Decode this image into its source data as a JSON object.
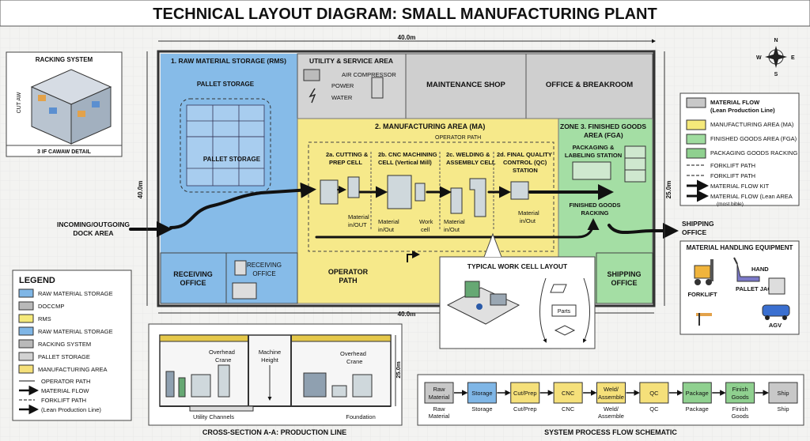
{
  "title": "TECHNICAL LAYOUT DIAGRAM: SMALL MANUFACTURING PLANT",
  "dimensions": {
    "width_top": "40.0m",
    "width_bottom": "40.0m",
    "height_left": "40.0m",
    "height_right": "25.0m",
    "section_height": "25.0m"
  },
  "compass": {
    "n": "N",
    "s": "S",
    "e": "E",
    "w": "W"
  },
  "racking": {
    "title": "RACKING SYSTEM",
    "caption": "3 IF CAWAW DETAIL",
    "side_label": "CUT AW"
  },
  "rms": {
    "title": "1. RAW MATERIAL STORAGE (RMS)",
    "pallet1": "PALLET STORAGE",
    "pallet2": "PALLET STORAGE"
  },
  "receiving": {
    "office1_l1": "RECEIVING",
    "office1_l2": "OFFICE",
    "office2_l1": "RECEIVING",
    "office2_l2": "OFFICE"
  },
  "utility": {
    "title": "UTILITY & SERVICE AREA",
    "air": "AIR COMPRESSOR",
    "power": "POWER",
    "water": "WATER"
  },
  "maintenance": "MAINTENANCE SHOP",
  "office": "OFFICE & BREAKROOM",
  "ma": {
    "title": "2. MANUFACTURING AREA (MA)",
    "operator_path": "OPERATOR PATH",
    "op_path_l1": "OPERATOR",
    "op_path_l2": "PATH"
  },
  "cells": [
    {
      "l1": "2a. CUTTING &",
      "l2": "PREP CELL"
    },
    {
      "l1": "2b. CNC MACHINING",
      "l2": "CELL (Vertical Mill)"
    },
    {
      "l1": "2c. WELDING &",
      "l2": "ASSEMBLY CELL"
    },
    {
      "l1": "2d. FINAL QUALITY",
      "l2": "CONTROL (QC)",
      "l3": "STATION"
    }
  ],
  "material_labels": [
    {
      "l1": "Material",
      "l2": "in/OUT"
    },
    {
      "l1": "Material",
      "l2": "in/Out"
    },
    {
      "l1": "Work",
      "l2": "cell"
    },
    {
      "l1": "Material",
      "l2": "in/Out"
    },
    {
      "l1": "Material",
      "l2": "in/Out"
    }
  ],
  "fga": {
    "title_l1": "ZONE 3. FINISHED GOODS",
    "title_l2": "AREA (FGA)",
    "pack_l1": "PACKAGING &",
    "pack_l2": "LABELING STATION",
    "fg_l1": "FINISHED GOODS",
    "fg_l2": "RACKING",
    "ship_l1": "SHIPPING",
    "ship_l2": "OFFICE"
  },
  "dock": {
    "l1": "INCOMING/OUTGOING",
    "l2": "DOCK AREA"
  },
  "shipping_out": {
    "l1": "SHIPPING",
    "l2": "OFFICE"
  },
  "workcell": {
    "title": "TYPICAL WORK CELL LAYOUT",
    "parts": "Parts"
  },
  "legend_left": {
    "title": "LEGEND",
    "items": [
      {
        "label": "RAW MATERIAL STORAGE",
        "color": "#7fb6e6"
      },
      {
        "label": "DOCCMP",
        "color": "#b9b9b9"
      },
      {
        "label": "RMS",
        "color": "#f5e97a"
      },
      {
        "label": "RAW MATERIAL STORAGE",
        "color": "#7fb6e6"
      },
      {
        "label": "RACKING SYSTEM",
        "color": "#b9b9b9"
      },
      {
        "label": "PALLET STORAGE",
        "color": "#d2d2d2"
      },
      {
        "label": "MANUFACTURING AREA",
        "color": "#f5e07a"
      }
    ],
    "lines": [
      "OPERATOR PATH",
      "MATERIAL FLOW",
      "FORKLIFT PATH",
      "(Lean Production Line)"
    ]
  },
  "legend_right": {
    "items": [
      {
        "l1": "MATERIAL FLOW",
        "l2": "(Lean Production Line)",
        "color": "#c8c8c8"
      },
      {
        "l1": "MANUFACTURING AREA (MA)",
        "color": "#f5e97a"
      },
      {
        "l1": "FINISHED GOODS AREA (FGA)",
        "color": "#9fdc9f"
      },
      {
        "l1": "PACKAGING GOODS RACKING",
        "color": "#8fd08f"
      }
    ],
    "lines": [
      {
        "l1": "FORKLIFT PATH"
      },
      {
        "l1": "FORKLIFT PATH"
      },
      {
        "l1": "MATERIAL FLOW KIT"
      },
      {
        "l1": "MATERIAL FLOW (Lean AREA",
        "l2": "(most bible)"
      }
    ]
  },
  "equipment": {
    "title": "MATERIAL HANDLING EQUIPMENT",
    "forklift": "FORKLIFT",
    "jack_l1": "HAND",
    "jack_l2": "PALLET JACK",
    "agv": "AGV"
  },
  "section": {
    "caption": "CROSS-SECTION A-A: PRODUCTION LINE",
    "crane1_l1": "Overhead",
    "crane1_l2": "Crane",
    "crane2_l1": "Overhead",
    "crane2_l2": "Crane",
    "mh_l1": "Machine",
    "mh_l2": "Height",
    "utility": "Utility Channels",
    "foundation": "Foundation"
  },
  "flow": {
    "caption": "SYSTEM PROCESS FLOW SCHEMATIC",
    "steps": [
      {
        "l1": "Raw",
        "l2": "Material",
        "c1": "Raw",
        "c2": "Material",
        "color": "#c8c8c8"
      },
      {
        "l1": "Storage",
        "c1": "Storage",
        "color": "#7fb6e6"
      },
      {
        "l1": "Cut/Prep",
        "c1": "Cut/Prep",
        "color": "#f5e07a"
      },
      {
        "l1": "CNC",
        "c1": "CNC",
        "color": "#f5e07a"
      },
      {
        "l1": "Weld/",
        "l2": "Assemble",
        "c1": "Weld/",
        "c2": "Assemble",
        "color": "#f5e07a"
      },
      {
        "l1": "QC",
        "c1": "QC",
        "color": "#f5e07a"
      },
      {
        "l1": "Package",
        "c1": "Package",
        "color": "#8fd08f"
      },
      {
        "l1": "Finish",
        "l2": "Goods",
        "c1": "Finish",
        "c2": "Goods",
        "color": "#8fd08f"
      },
      {
        "l1": "Ship",
        "c1": "Ship",
        "color": "#c8c8c8"
      }
    ]
  }
}
